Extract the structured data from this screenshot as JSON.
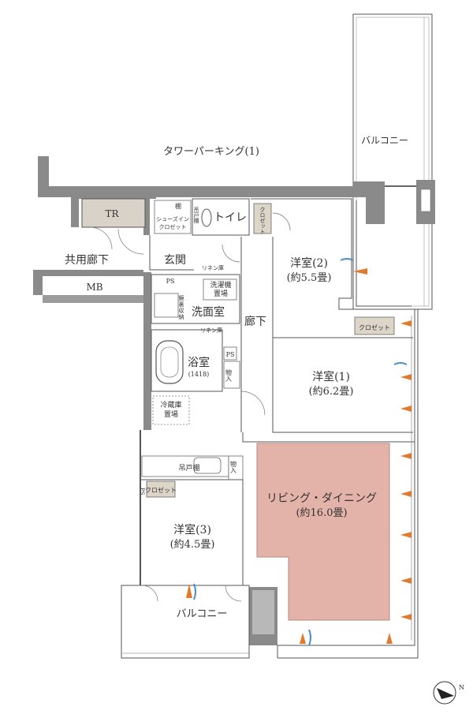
{
  "labels": {
    "tower_parking": "タワーパーキング(1)",
    "balcony_top": "バルコニー",
    "balcony_bottom": "バルコニー",
    "tr": "TR",
    "mb": "MB",
    "common_corridor": "共用廊下",
    "entrance": "玄関",
    "toilet": "トイレ",
    "shoes_in_closet_1": "シューズイン",
    "shoes_in_closet_2": "クロゼット",
    "shelf": "棚",
    "hanging_shelf_v": "吊戸棚",
    "closet_v": "クロゼット",
    "ps_1": "PS",
    "linen_1": "リネン庫",
    "washer_1": "洗濯機",
    "washer_2": "置場",
    "mirror_1": "鏡",
    "mirror_2": "裏",
    "mirror_3": "収",
    "mirror_4": "納",
    "washroom": "洗面室",
    "linen_2": "リネン庫",
    "ps_2": "PS",
    "corridor": "廊下",
    "bath": "浴室",
    "bath_size": "(1418)",
    "storage_1": "物入",
    "fridge_1": "冷蔵庫",
    "fridge_2": "置場",
    "western2_name": "洋室(2)",
    "western2_size": "(約5.5畳)",
    "western1_name": "洋室(1)",
    "western1_size": "(約6.2畳)",
    "closet_1": "クロゼット",
    "hanging_shelf": "吊戸棚",
    "storage_2": "物入",
    "ps_3": "PS",
    "closet_3": "クロゼット",
    "western3_name": "洋室(3)",
    "western3_size": "(約4.5畳)",
    "ldk_name": "リビング・ダイニング",
    "ldk_size": "(約16.0畳)",
    "compass_n": "N"
  },
  "colors": {
    "wall": "#8a8a8a",
    "ldk_fill": "#e3b3aa",
    "tr_fill": "#d8d2c8",
    "closet_fill": "#dcd5c8",
    "airflow_orange": "#e07a2e",
    "airflow_blue": "#4a90c8"
  }
}
